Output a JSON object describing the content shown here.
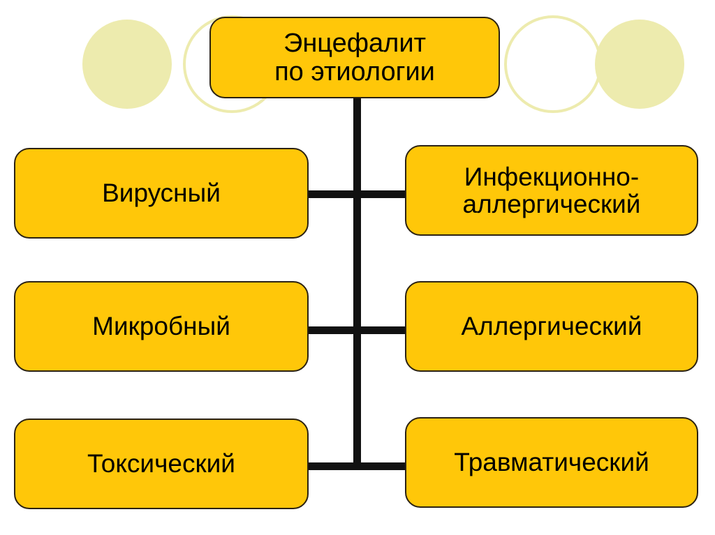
{
  "diagram": {
    "title_node": {
      "label": "Энцефалит\nпо этиологии",
      "name": "root-node"
    },
    "colors": {
      "node_fill": "#FFC709",
      "node_border": "#2b2212",
      "connector": "#111111",
      "decoration_pale": "#EDEBAE",
      "background": "#FFFFFF",
      "text": "#000000"
    },
    "rows": [
      {
        "left": {
          "label": "Вирусный"
        },
        "right": {
          "label": "Инфекционно-\nаллергический"
        }
      },
      {
        "left": {
          "label": "Микробный"
        },
        "right": {
          "label": "Аллергический"
        }
      },
      {
        "left": {
          "label": "Токсический"
        },
        "right": {
          "label": "Травматический"
        }
      }
    ],
    "decorations": [
      {
        "name": "circle-filled-left",
        "shape": "filled-circle"
      },
      {
        "name": "circle-outline-left",
        "shape": "outline-circle"
      },
      {
        "name": "circle-outline-right",
        "shape": "outline-circle"
      },
      {
        "name": "circle-filled-right",
        "shape": "filled-circle"
      }
    ]
  }
}
